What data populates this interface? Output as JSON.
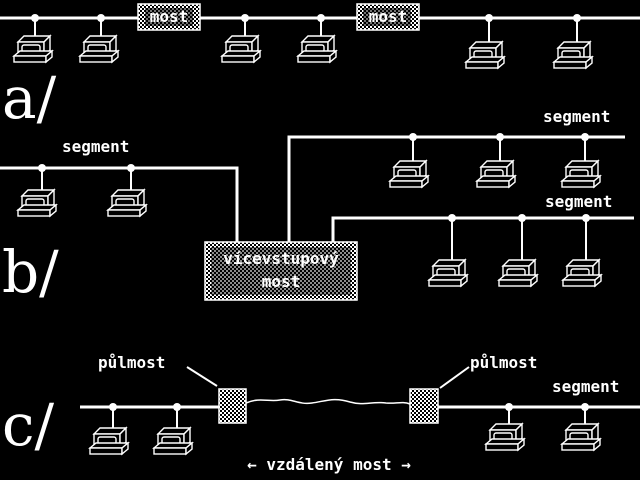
{
  "diagram": {
    "section_a": {
      "label": "a/",
      "bridge_left": "most",
      "bridge_right": "most"
    },
    "section_b": {
      "label": "b/",
      "segment_left": "segment",
      "segment_top_right": "segment",
      "segment_bottom_right": "segment",
      "bridge_line1": "vícevstupový",
      "bridge_line2": "most"
    },
    "section_c": {
      "label": "c/",
      "halfbridge_left": "půlmost",
      "halfbridge_right": "půlmost",
      "segment_right": "segment",
      "remote_bridge": "← vzdálený most →"
    }
  }
}
